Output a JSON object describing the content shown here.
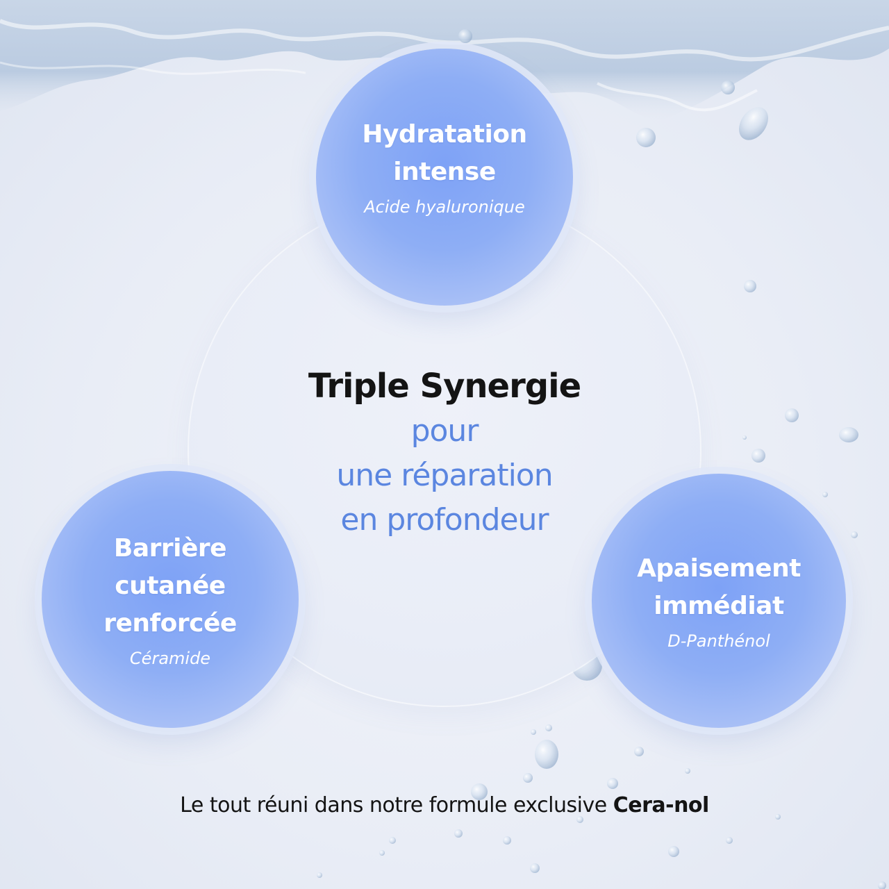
{
  "center": {
    "title": "Triple Synergie",
    "line1": "pour",
    "line2": "une réparation",
    "line3": "en profondeur"
  },
  "benefits": [
    {
      "title_lines": [
        "Hydratation",
        "intense"
      ],
      "ingredient": "Acide hyaluronique"
    },
    {
      "title_lines": [
        "Barrière",
        "cutanée",
        "renforcée"
      ],
      "ingredient": "Céramide"
    },
    {
      "title_lines": [
        "Apaisement",
        "immédiat"
      ],
      "ingredient": "D-Panthénol"
    }
  ],
  "footer": {
    "text": "Le tout réuni dans notre formule exclusive",
    "brand": "Cera-nol"
  },
  "colors": {
    "accent_blue": "#5b86e0",
    "bubble_blue": "#8eaef5",
    "text_dark": "#141414",
    "background": "#e9edf6"
  }
}
